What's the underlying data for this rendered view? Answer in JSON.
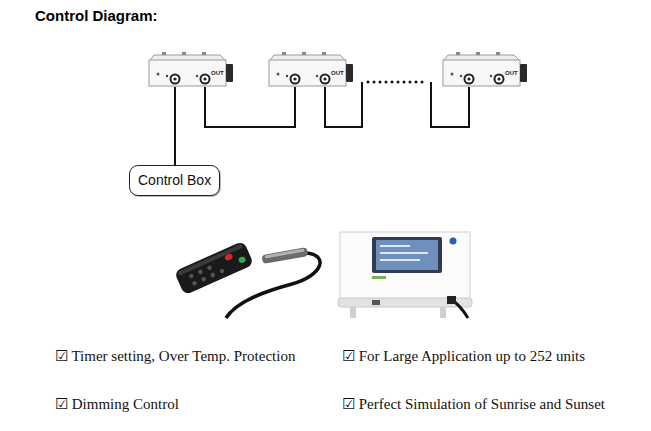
{
  "diagram": {
    "title": "Control Diagram:",
    "nodes": [
      {
        "text": [
          "OUT"
        ]
      },
      {
        "text": [
          "OUT"
        ]
      },
      {
        "text": [
          "OUT"
        ]
      },
      {
        "text": [
          "Control Box"
        ]
      }
    ],
    "edges": [
      {
        "from": 3,
        "to": 0,
        "arrow": "none"
      },
      {
        "from": 0,
        "to": 1,
        "arrow": "none"
      },
      {
        "from": 1,
        "to": 2,
        "arrow": "none"
      }
    ],
    "labels": [
      "☑ Timer setting, Over Temp. Protection",
      "☑ For Large Application up to 252 units",
      "☑ Dimming Control",
      "☑ Perfect Simulation of Sunrise and Sunset"
    ]
  }
}
